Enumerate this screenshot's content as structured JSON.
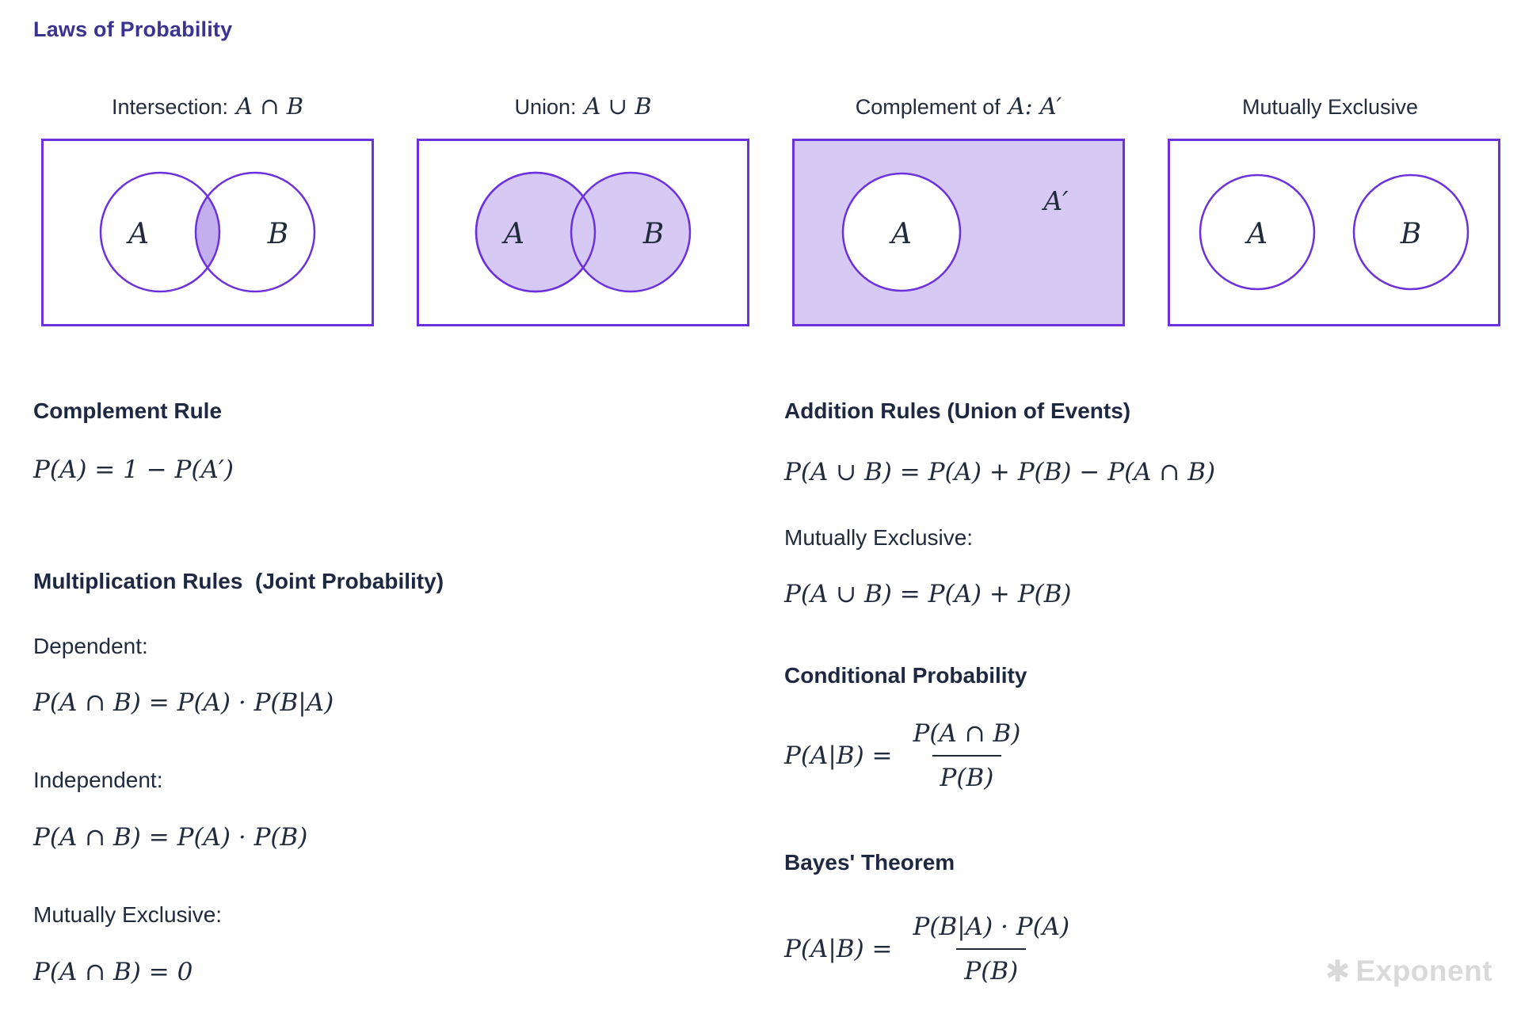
{
  "page": {
    "title": "Laws of Probability",
    "watermark_star": "✱",
    "watermark": "Exponent"
  },
  "colors": {
    "title_indigo": "#3a338f",
    "text_navy": "#222b3c",
    "venn_border_purple": "#6d31dc",
    "venn_fill_light": "#d6c9f3",
    "venn_fill_lens": "#c3aeee",
    "watermark_gray": "#d9d9d9"
  },
  "diagrams": [
    {
      "label": "Intersection:",
      "math": "A ∩ B",
      "set_a": "A",
      "set_b": "B"
    },
    {
      "label": "Union:",
      "math": "A ∪ B",
      "set_a": "A",
      "set_b": "B"
    },
    {
      "label": "Complement of",
      "math": "A: A′",
      "set_a": "A",
      "outside_label": "A′"
    },
    {
      "label": "Mutually Exclusive",
      "math": "",
      "set_a": "A",
      "set_b": "B"
    }
  ],
  "sections": {
    "complement_rule": {
      "heading": "Complement Rule",
      "formula": "P(A) = 1 − P(A′)"
    },
    "multiplication_rules": {
      "heading": "Multiplication Rules  (Joint Probability)",
      "dependent_label": "Dependent:",
      "dependent_formula": "P(A ∩ B) = P(A) · P(B|A)",
      "independent_label": "Independent:",
      "independent_formula": "P(A ∩ B) = P(A) · P(B)",
      "mutually_exclusive_label": "Mutually Exclusive:",
      "mutually_exclusive_formula": "P(A ∩ B) = 0"
    },
    "addition_rules": {
      "heading": "Addition Rules (Union of Events)",
      "formula": "P(A ∪ B) = P(A) + P(B) − P(A ∩ B)",
      "mutually_exclusive_label": "Mutually Exclusive:",
      "mutually_exclusive_formula": "P(A ∪ B) = P(A) + P(B)"
    },
    "conditional_probability": {
      "heading": "Conditional Probability",
      "lhs": "P(A|B) =",
      "numerator": "P(A ∩ B)",
      "denominator": "P(B)"
    },
    "bayes_theorem": {
      "heading": "Bayes' Theorem",
      "lhs": "P(A|B) =",
      "numerator": "P(B|A) · P(A)",
      "denominator": "P(B)"
    }
  }
}
